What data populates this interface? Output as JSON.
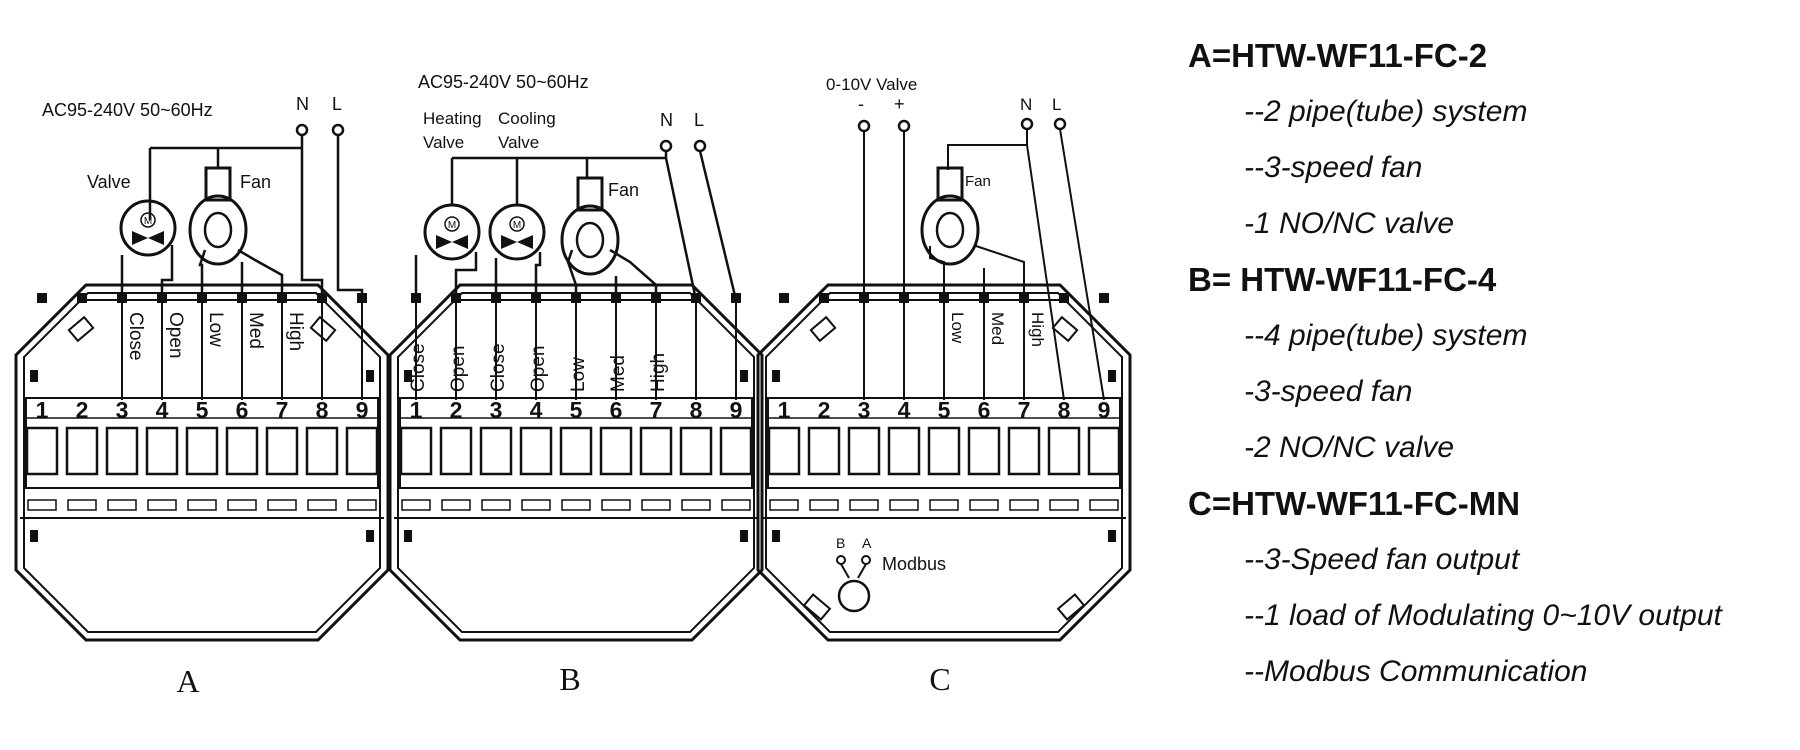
{
  "diagrams": [
    {
      "id": "A",
      "caption": "A",
      "power_label": "AC95-240V  50~60Hz",
      "neutral_label": "N",
      "line_label": "L",
      "valve_label": "Valve",
      "fan_label": "Fan",
      "valve_symbol": "M",
      "terminal_numbers": [
        "1",
        "2",
        "3",
        "4",
        "5",
        "6",
        "7",
        "8",
        "9"
      ],
      "wire_labels": [
        "Close",
        "Open",
        "Low",
        "Med",
        "High"
      ]
    },
    {
      "id": "B",
      "caption": "B",
      "power_label": "AC95-240V  50~60Hz",
      "neutral_label": "N",
      "line_label": "L",
      "heating_valve_label_1": "Heating",
      "heating_valve_label_2": "Valve",
      "cooling_valve_label_1": "Cooling",
      "cooling_valve_label_2": "Valve",
      "fan_label": "Fan",
      "valve_symbol": "M",
      "terminal_numbers": [
        "1",
        "2",
        "3",
        "4",
        "5",
        "6",
        "7",
        "8",
        "9"
      ],
      "wire_labels": [
        "Close",
        "Open",
        "Close",
        "Open",
        "Low",
        "Med",
        "High"
      ]
    },
    {
      "id": "C",
      "caption": "C",
      "valve_label": "0-10V Valve",
      "minus_label": "-",
      "plus_label": "+",
      "neutral_label": "N",
      "line_label": "L",
      "fan_label": "Fan",
      "terminal_numbers": [
        "1",
        "2",
        "3",
        "4",
        "5",
        "6",
        "7",
        "8",
        "9"
      ],
      "wire_labels": [
        "Low",
        "Med",
        "High"
      ],
      "modbus_label": "Modbus",
      "modbus_b": "B",
      "modbus_a": "A"
    }
  ],
  "legend": [
    {
      "model": "A=HTW-WF11-FC-2",
      "features": [
        "--2 pipe(tube) system",
        "--3-speed fan",
        "-1 NO/NC valve"
      ]
    },
    {
      "model": "B= HTW-WF11-FC-4",
      "features": [
        "--4 pipe(tube) system",
        "-3-speed fan",
        "-2 NO/NC valve"
      ]
    },
    {
      "model": "C=HTW-WF11-FC-MN",
      "features": [
        "--3-Speed fan output",
        "--1 load of Modulating 0~10V output",
        "--Modbus Communication"
      ]
    }
  ]
}
